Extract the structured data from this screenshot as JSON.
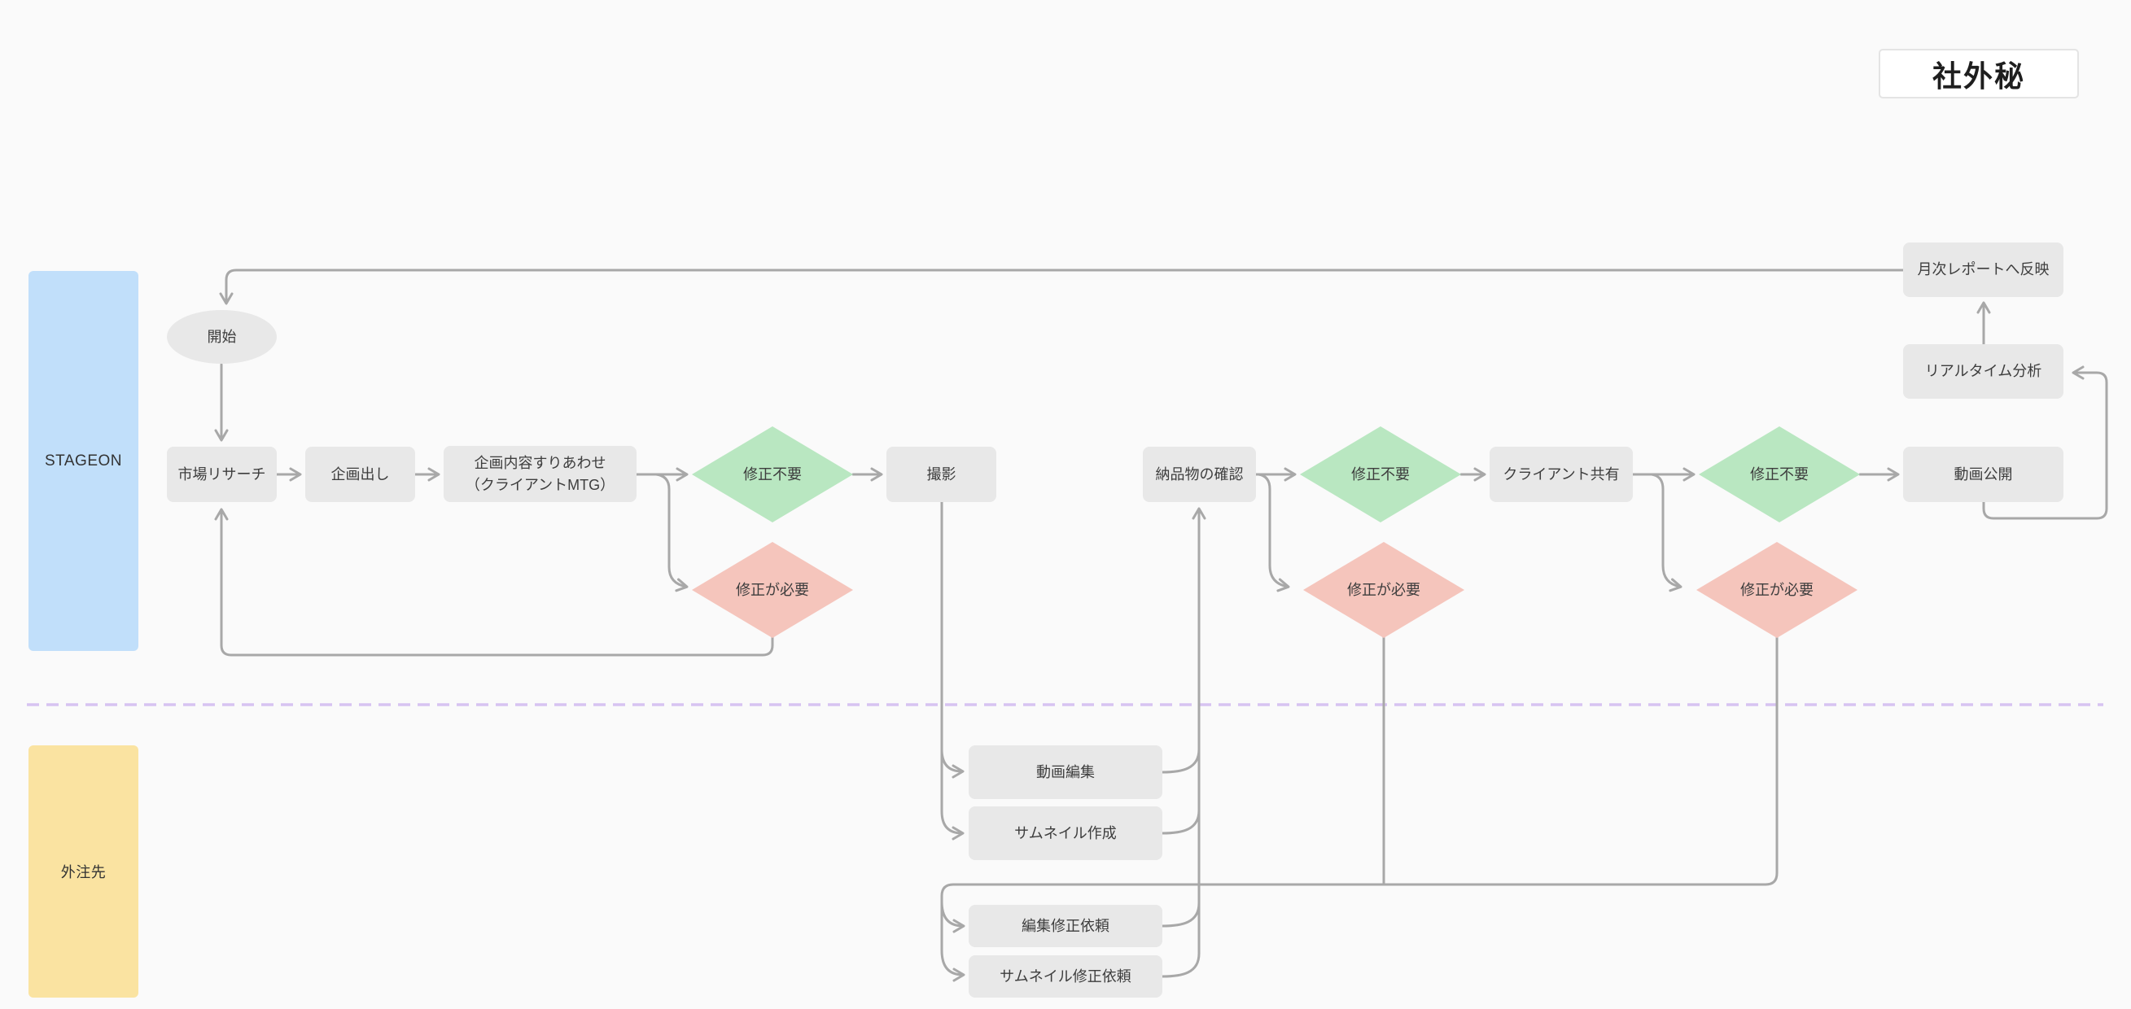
{
  "meta": {
    "confidential_label": "社外秘"
  },
  "colors": {
    "canvas": "#fafafa",
    "box": "#e8e8e8",
    "green": "#b9e7c1",
    "red": "#f5c5bc",
    "line": "#a8a8a8",
    "divider": "#d7c3f1",
    "lane_stageon": "#c1dffa",
    "lane_outsourcer": "#fae3a1"
  },
  "lanes": {
    "stageon": {
      "label": "STAGEON"
    },
    "outsourcer": {
      "label": "外注先"
    }
  },
  "nodes": {
    "start": {
      "label": "開始",
      "type": "terminator"
    },
    "market_research": {
      "label": "市場リサーチ",
      "type": "process"
    },
    "idea_generation": {
      "label": "企画出し",
      "type": "process"
    },
    "plan_alignment": {
      "label": "企画内容すりあわせ\n（クライアントMTG）",
      "type": "process"
    },
    "decision_no_fix_1": {
      "label": "修正不要",
      "type": "decision-positive"
    },
    "decision_fix_1": {
      "label": "修正が必要",
      "type": "decision-negative"
    },
    "shooting": {
      "label": "撮影",
      "type": "process"
    },
    "deliverable_check": {
      "label": "納品物の確認",
      "type": "process"
    },
    "decision_no_fix_2": {
      "label": "修正不要",
      "type": "decision-positive"
    },
    "decision_fix_2": {
      "label": "修正が必要",
      "type": "decision-negative"
    },
    "client_share": {
      "label": "クライアント共有",
      "type": "process"
    },
    "decision_no_fix_3": {
      "label": "修正不要",
      "type": "decision-positive"
    },
    "decision_fix_3": {
      "label": "修正が必要",
      "type": "decision-negative"
    },
    "video_publish": {
      "label": "動画公開",
      "type": "process"
    },
    "realtime_analysis": {
      "label": "リアルタイム分析",
      "type": "process"
    },
    "monthly_report": {
      "label": "月次レポートへ反映",
      "type": "process"
    },
    "video_editing": {
      "label": "動画編集",
      "type": "process"
    },
    "thumbnail_creation": {
      "label": "サムネイル作成",
      "type": "process"
    },
    "edit_revision_request": {
      "label": "編集修正依頼",
      "type": "process"
    },
    "thumbnail_revision_request": {
      "label": "サムネイル修正依頼",
      "type": "process"
    }
  }
}
